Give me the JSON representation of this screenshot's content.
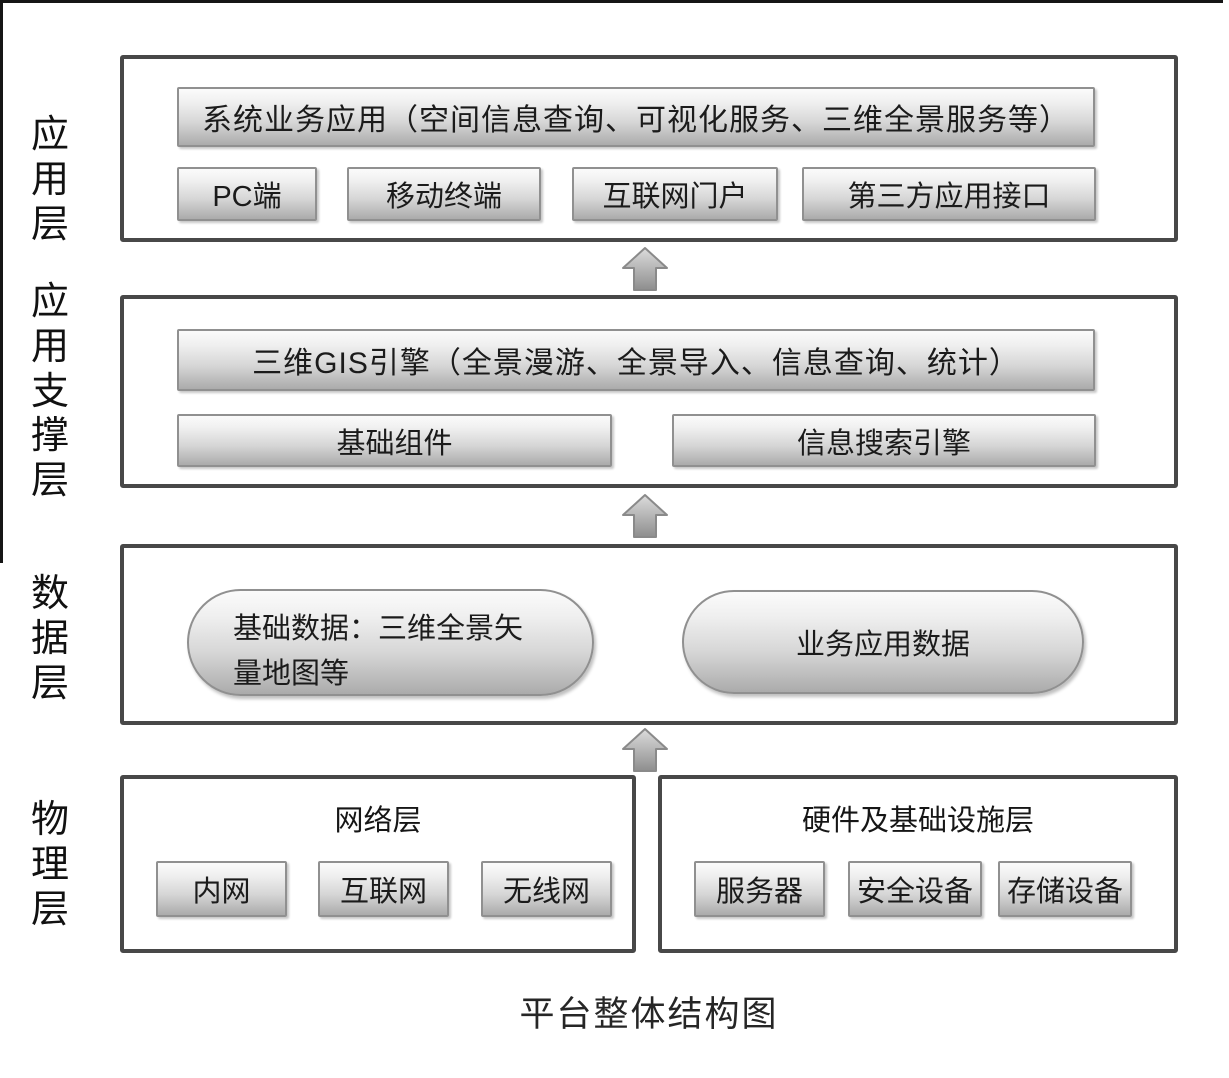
{
  "caption": "平台整体结构图",
  "layers": [
    {
      "label": "应用层",
      "bar": "系统业务应用（空间信息查询、可视化服务、三维全景服务等）",
      "buttons": [
        "PC端",
        "移动终端",
        "互联网门户",
        "第三方应用接口"
      ]
    },
    {
      "label": "应用支撑层",
      "bar": "三维GIS引擎（全景漫游、全景导入、信息查询、统计）",
      "buttons": [
        "基础组件",
        "信息搜索引擎"
      ]
    },
    {
      "label": "数据层",
      "pills": [
        {
          "line1": "基础数据：三维全景矢",
          "line2": "量地图等"
        },
        {
          "line1": "业务应用数据"
        }
      ]
    },
    {
      "label": "物理层",
      "groups": [
        {
          "title": "网络层",
          "buttons": [
            "内网",
            "互联网",
            "无线网"
          ]
        },
        {
          "title": "硬件及基础设施层",
          "buttons": [
            "服务器",
            "安全设备",
            "存储设备"
          ]
        }
      ]
    }
  ],
  "icons": {
    "arrow": "up-block-arrow"
  },
  "colors": {
    "layer_border": "#484848",
    "node_border": "#909090",
    "node_gradient_top": "#fbfbfb",
    "node_gradient_bottom": "#ababab",
    "arrow_gradient_top": "#dcdcdc",
    "arrow_gradient_bottom": "#8e8e8e",
    "text": "#1c1c1c",
    "background": "#ffffff"
  }
}
